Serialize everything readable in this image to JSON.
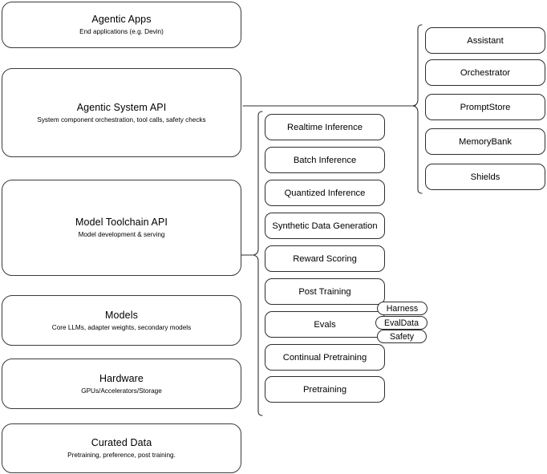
{
  "diagram": {
    "type": "layered-architecture-stack",
    "background_color": "#ffffff",
    "stroke_color": "#2e2e2e",
    "text_color": "#000000"
  },
  "layers": [
    {
      "id": "agentic-apps",
      "title": "Agentic Apps",
      "subtitle": "End applications (e.g. Devin)"
    },
    {
      "id": "agentic-system-api",
      "title": "Agentic System API",
      "subtitle": "System component orchestration, tool calls, safety checks"
    },
    {
      "id": "model-toolchain-api",
      "title": "Model Toolchain API",
      "subtitle": "Model development & serving"
    },
    {
      "id": "models",
      "title": "Models",
      "subtitle": "Core LLMs, adapter weights, secondary models"
    },
    {
      "id": "hardware",
      "title": "Hardware",
      "subtitle": "GPUs/Accelerators/Storage"
    },
    {
      "id": "curated-data",
      "title": "Curated Data",
      "subtitle": "Pretraining, preference, post training."
    }
  ],
  "toolchain_components": [
    {
      "id": "realtime-inference",
      "label": "Realtime Inference"
    },
    {
      "id": "batch-inference",
      "label": "Batch Inference"
    },
    {
      "id": "quantized-inference",
      "label": "Quantized Inference"
    },
    {
      "id": "synthetic-data-generation",
      "label": "Synthetic Data Generation"
    },
    {
      "id": "reward-scoring",
      "label": "Reward Scoring"
    },
    {
      "id": "post-training",
      "label": "Post Training"
    },
    {
      "id": "evals",
      "label": "Evals"
    },
    {
      "id": "continual-pretraining",
      "label": "Continual Pretraining"
    },
    {
      "id": "pretraining",
      "label": "Pretraining"
    }
  ],
  "system_components": [
    {
      "id": "assistant",
      "label": "Assistant"
    },
    {
      "id": "orchestrator",
      "label": "Orchestrator"
    },
    {
      "id": "promptstore",
      "label": "PromptStore"
    },
    {
      "id": "memorybank",
      "label": "MemoryBank"
    },
    {
      "id": "shields",
      "label": "Shields"
    }
  ],
  "evals_pills": [
    {
      "id": "harness",
      "label": "Harness"
    },
    {
      "id": "evaldata",
      "label": "EvalData"
    },
    {
      "id": "safety",
      "label": "Safety"
    }
  ]
}
